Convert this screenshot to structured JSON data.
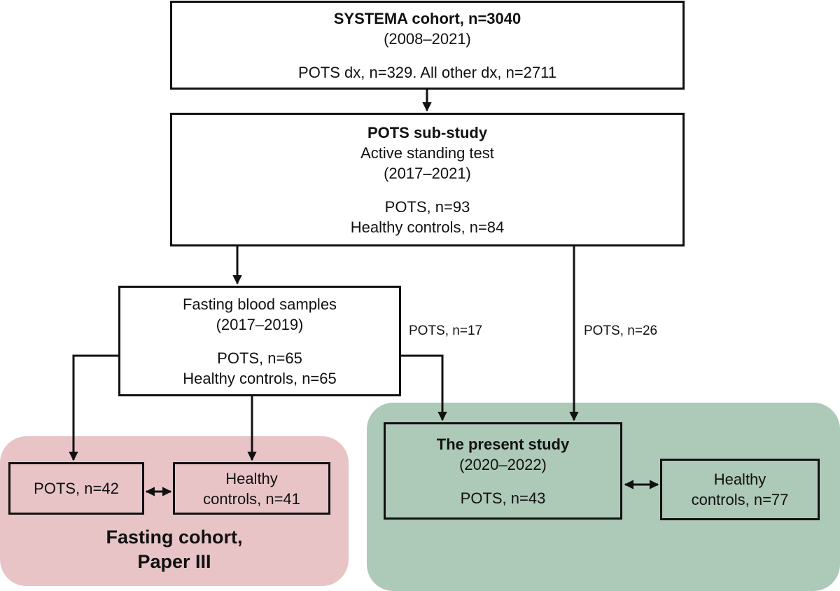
{
  "systema": {
    "title": "SYSTEMA cohort, n=3040",
    "period": "(2008–2021)",
    "counts": "POTS dx, n=329. All other dx, n=2711"
  },
  "substudy": {
    "title": "POTS sub-study",
    "test": "Active standing test",
    "period": "(2017–2021)",
    "pots": "POTS, n=93",
    "controls": "Healthy controls, n=84"
  },
  "fasting_samples": {
    "title": "Fasting blood samples",
    "period": "(2017–2019)",
    "pots": "POTS, n=65",
    "controls": "Healthy controls, n=65"
  },
  "edge_labels": {
    "to_present_from_fasting": "POTS, n=17",
    "to_present_from_substudy": "POTS, n=26"
  },
  "fasting_cohort": {
    "pots": "POTS, n=42",
    "controls_line1": "Healthy",
    "controls_line2": "controls, n=41",
    "title_line1": "Fasting cohort,",
    "title_line2": "Paper III",
    "panel_color": "#e8c4c7"
  },
  "present_study": {
    "title": "The present study",
    "period": "(2020–2022)",
    "pots": "POTS, n=43",
    "controls_line1": "Healthy",
    "controls_line2": "controls, n=77",
    "panel_color": "#adc9b7"
  }
}
